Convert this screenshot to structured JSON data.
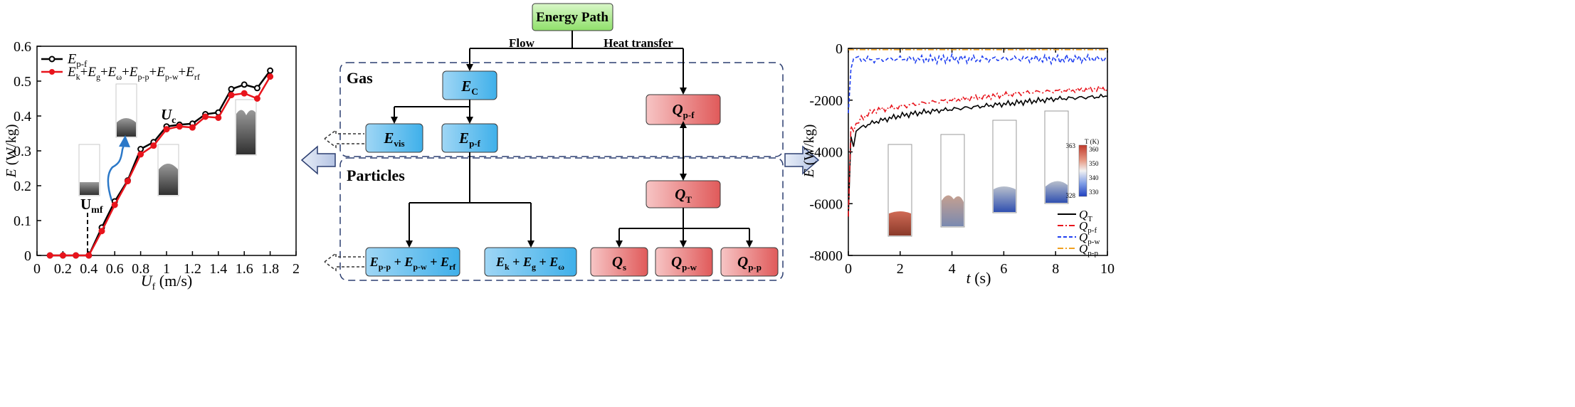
{
  "left_chart": {
    "ylabel_var": "E",
    "ylabel_unit": " (W/kg)",
    "xlabel_var": "U",
    "xlabel_sub": "f",
    "xlabel_unit": " (m/s)",
    "yticks": [
      "0",
      "0.1",
      "0.2",
      "0.3",
      "0.4",
      "0.5",
      "0.6"
    ],
    "xticks": [
      "0",
      "0.2",
      "0.4",
      "0.6",
      "0.8",
      "1",
      "1.2",
      "1.4",
      "1.6",
      "1.8",
      "2"
    ],
    "legend": [
      {
        "color": "#000000"
      },
      {
        "color": "#e8141c"
      }
    ],
    "annotations": {
      "umf_main": "U",
      "umf_sub": "mf",
      "uc_main": "U",
      "uc_sub": "c"
    }
  },
  "chart_data": [
    {
      "type": "line",
      "xlim": [
        0,
        2
      ],
      "ylim": [
        0,
        0.6
      ],
      "x": [
        0.1,
        0.2,
        0.3,
        0.4,
        0.5,
        0.6,
        0.7,
        0.8,
        0.9,
        1.0,
        1.1,
        1.2,
        1.3,
        1.4,
        1.5,
        1.6,
        1.7,
        1.8
      ],
      "series": [
        {
          "color": "#000000",
          "values": [
            0,
            0,
            0,
            0,
            0.08,
            0.155,
            0.215,
            0.305,
            0.325,
            0.37,
            0.375,
            0.378,
            0.405,
            0.41,
            0.477,
            0.49,
            0.48,
            0.53
          ]
        },
        {
          "color": "#e8141c",
          "values": [
            0,
            0,
            0,
            0,
            0.07,
            0.145,
            0.213,
            0.29,
            0.315,
            0.362,
            0.37,
            0.367,
            0.398,
            0.395,
            0.46,
            0.465,
            0.45,
            0.513
          ]
        }
      ],
      "xticks": [
        0,
        0.2,
        0.4,
        0.6,
        0.8,
        1,
        1.2,
        1.4,
        1.6,
        1.8,
        2
      ],
      "yticks": [
        0,
        0.1,
        0.2,
        0.3,
        0.4,
        0.5,
        0.6
      ]
    },
    {
      "type": "line",
      "xlim": [
        0,
        10
      ],
      "ylim": [
        -8000,
        0
      ],
      "series": [
        {
          "color": "#000000",
          "style": "solid",
          "x": [
            0,
            0.1,
            0.2,
            0.3,
            0.5,
            1,
            2,
            3,
            4,
            5,
            6,
            7,
            8,
            9,
            10
          ],
          "values": [
            -6500,
            -3400,
            -3800,
            -3200,
            -3050,
            -2850,
            -2600,
            -2450,
            -2350,
            -2250,
            -2150,
            -2050,
            -1950,
            -1900,
            -1850
          ]
        },
        {
          "color": "#e8141c",
          "style": "dashdot",
          "x": [
            0,
            0.1,
            0.2,
            0.3,
            0.5,
            1,
            2,
            3,
            4,
            5,
            6,
            7,
            8,
            9,
            10
          ],
          "values": [
            -6500,
            -3000,
            -3200,
            -2900,
            -2700,
            -2400,
            -2250,
            -2100,
            -2000,
            -1900,
            -1800,
            -1700,
            -1650,
            -1600,
            -1550
          ]
        },
        {
          "color": "#1f3ff0",
          "style": "dashed",
          "x": [
            0,
            0.1,
            0.2,
            0.3,
            0.5,
            1,
            2,
            3,
            4,
            5,
            6,
            7,
            8,
            9,
            10
          ],
          "values": [
            -2500,
            -800,
            -400,
            -350,
            -400,
            -450,
            -400,
            -420,
            -400,
            -420,
            -400,
            -400,
            -420,
            -400,
            -400
          ]
        },
        {
          "color": "#f0a020",
          "style": "dashdot",
          "x": [
            0,
            10
          ],
          "values": [
            -50,
            -50
          ]
        }
      ],
      "xticks": [
        0,
        2,
        4,
        6,
        8,
        10
      ],
      "yticks": [
        0,
        -2000,
        -4000,
        -6000,
        -8000
      ]
    }
  ],
  "right_chart": {
    "ylabel_var": "E",
    "ylabel_unit": " (W/kg)",
    "xlabel_var": "t",
    "xlabel_unit": " (s)",
    "yticks": [
      "0",
      "-2000",
      "-4000",
      "-6000",
      "-8000"
    ],
    "xticks": [
      "0",
      "2",
      "4",
      "6",
      "8",
      "10"
    ],
    "legend": [
      {
        "main": "Q",
        "sub": "T",
        "color": "#000000"
      },
      {
        "main": "Q",
        "sub": "p-f",
        "color": "#e8141c"
      },
      {
        "main": "Q",
        "sub": "p-w",
        "color": "#1f3ff0"
      },
      {
        "main": "Q",
        "sub": "p-p",
        "color": "#f0a020"
      }
    ],
    "colorbar": {
      "title": "T (K)",
      "ticks": [
        "363",
        "360",
        "350",
        "340",
        "330",
        "328"
      ]
    }
  },
  "diagram": {
    "energy_path": "Energy Path",
    "flow": "Flow",
    "heat_transfer": "Heat transfer",
    "gas": "Gas",
    "particles": "Particles",
    "nodes": {
      "ec": {
        "main": "E",
        "sub": "C"
      },
      "evis": {
        "main": "E",
        "sub": "vis"
      },
      "epf": {
        "main": "E",
        "sub": "p-f"
      },
      "qpf": {
        "main": "Q",
        "sub": "p-f"
      },
      "qt": {
        "main": "Q",
        "sub": "T"
      },
      "qs": {
        "main": "Q",
        "sub": "s"
      },
      "qpw": {
        "main": "Q",
        "sub": "p-w"
      },
      "qpp": {
        "main": "Q",
        "sub": "p-p"
      }
    },
    "epp_sum": {
      "a": "E",
      "a_sub": "p-p",
      "plus": " + ",
      "b": "E",
      "b_sub": "p-w",
      "c": "E",
      "c_sub": "rf"
    },
    "ek_sum": {
      "a": "E",
      "a_sub": "k",
      "plus": " + ",
      "b": "E",
      "b_sub": "g",
      "c": "E",
      "c_sub": "ω"
    }
  }
}
